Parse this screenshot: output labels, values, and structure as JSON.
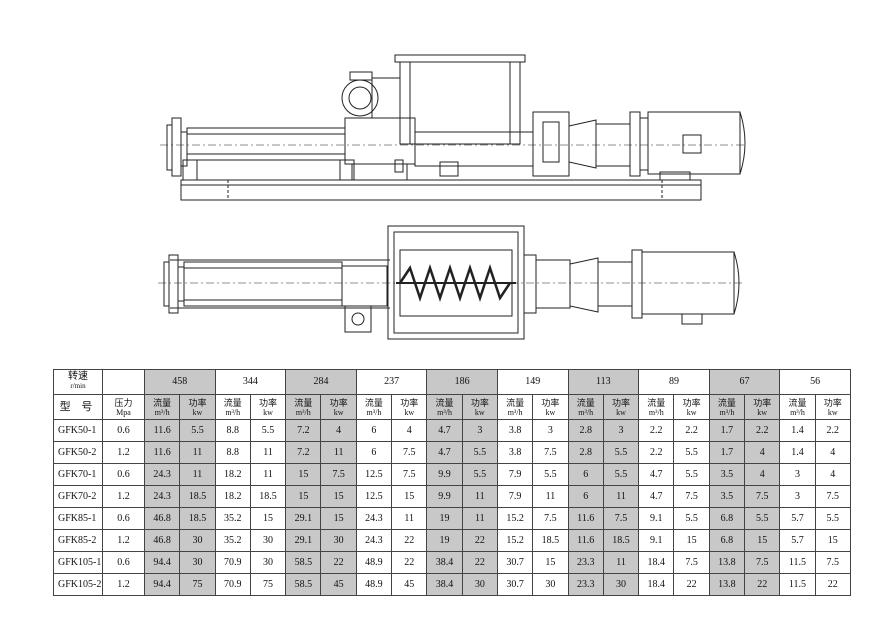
{
  "table": {
    "corner_speed": "转速",
    "corner_unit": "r/min",
    "model_header": "型 号",
    "pressure_header": "压力",
    "pressure_unit": "Mpa",
    "flow_header": "流量",
    "flow_unit": "m³/h",
    "power_header": "功率",
    "power_unit": "kw",
    "speeds": [
      "458",
      "344",
      "284",
      "237",
      "186",
      "149",
      "113",
      "89",
      "67",
      "56"
    ],
    "rows": [
      {
        "model": "GFK50-1",
        "pressure": "0.6",
        "values": [
          "11.6",
          "5.5",
          "8.8",
          "5.5",
          "7.2",
          "4",
          "6",
          "4",
          "4.7",
          "3",
          "3.8",
          "3",
          "2.8",
          "3",
          "2.2",
          "2.2",
          "1.7",
          "2.2",
          "1.4",
          "2.2"
        ]
      },
      {
        "model": "GFK50-2",
        "pressure": "1.2",
        "values": [
          "11.6",
          "11",
          "8.8",
          "11",
          "7.2",
          "11",
          "6",
          "7.5",
          "4.7",
          "5.5",
          "3.8",
          "7.5",
          "2.8",
          "5.5",
          "2.2",
          "5.5",
          "1.7",
          "4",
          "1.4",
          "4"
        ]
      },
      {
        "model": "GFK70-1",
        "pressure": "0.6",
        "values": [
          "24.3",
          "11",
          "18.2",
          "11",
          "15",
          "7.5",
          "12.5",
          "7.5",
          "9.9",
          "5.5",
          "7.9",
          "5.5",
          "6",
          "5.5",
          "4.7",
          "5.5",
          "3.5",
          "4",
          "3",
          "4"
        ]
      },
      {
        "model": "GFK70-2",
        "pressure": "1.2",
        "values": [
          "24.3",
          "18.5",
          "18.2",
          "18.5",
          "15",
          "15",
          "12.5",
          "15",
          "9.9",
          "11",
          "7.9",
          "11",
          "6",
          "11",
          "4.7",
          "7.5",
          "3.5",
          "7.5",
          "3",
          "7.5"
        ]
      },
      {
        "model": "GFK85-1",
        "pressure": "0.6",
        "values": [
          "46.8",
          "18.5",
          "35.2",
          "15",
          "29.1",
          "15",
          "24.3",
          "11",
          "19",
          "11",
          "15.2",
          "7.5",
          "11.6",
          "7.5",
          "9.1",
          "5.5",
          "6.8",
          "5.5",
          "5.7",
          "5.5"
        ]
      },
      {
        "model": "GFK85-2",
        "pressure": "1.2",
        "values": [
          "46.8",
          "30",
          "35.2",
          "30",
          "29.1",
          "30",
          "24.3",
          "22",
          "19",
          "22",
          "15.2",
          "18.5",
          "11.6",
          "18.5",
          "9.1",
          "15",
          "6.8",
          "15",
          "5.7",
          "15"
        ]
      },
      {
        "model": "GFK105-1",
        "pressure": "0.6",
        "values": [
          "94.4",
          "30",
          "70.9",
          "30",
          "58.5",
          "22",
          "48.9",
          "22",
          "38.4",
          "22",
          "30.7",
          "15",
          "23.3",
          "11",
          "18.4",
          "7.5",
          "13.8",
          "7.5",
          "11.5",
          "7.5"
        ]
      },
      {
        "model": "GFK105-2",
        "pressure": "1.2",
        "values": [
          "94.4",
          "75",
          "70.9",
          "75",
          "58.5",
          "45",
          "48.9",
          "45",
          "38.4",
          "30",
          "30.7",
          "30",
          "23.3",
          "30",
          "18.4",
          "22",
          "13.8",
          "22",
          "11.5",
          "22"
        ]
      }
    ]
  }
}
